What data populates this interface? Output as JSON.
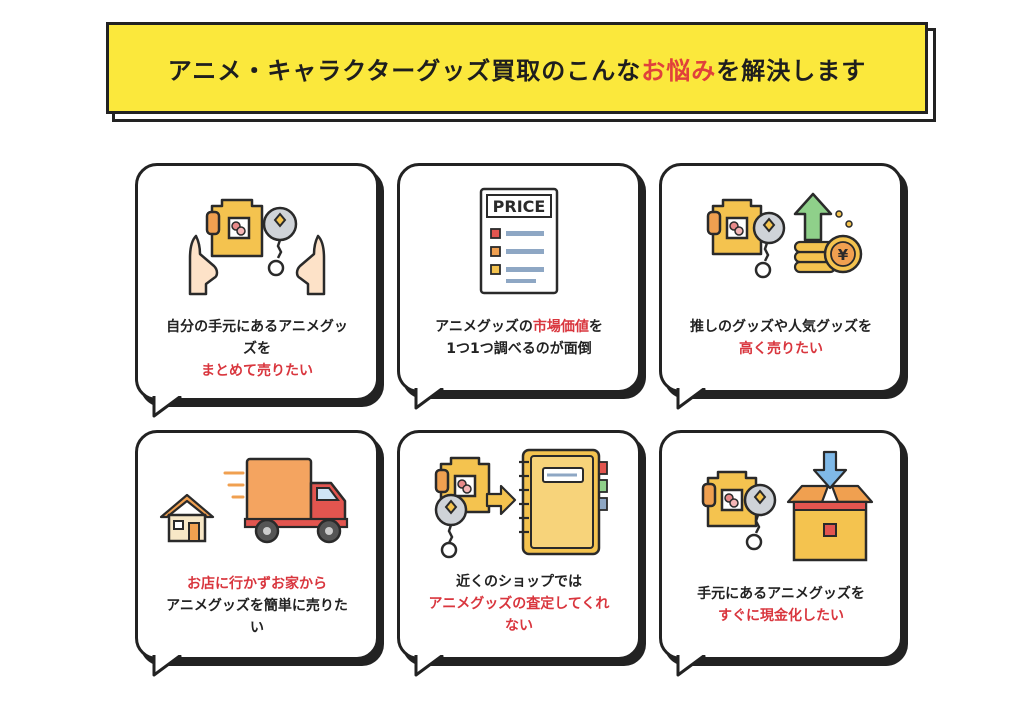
{
  "banner": {
    "title_before": "アニメ・キャラクターグッズ買取のこんな",
    "title_accent": "お悩み",
    "title_after": "を解決します"
  },
  "colors": {
    "banner_yellow": "#fbe83c",
    "accent_red": "#d9363e",
    "card_border": "#222222",
    "item_yellow": "#f4c34f",
    "item_orange": "#f0a050"
  },
  "cards": [
    {
      "icon": "hands-holding-goods-icon",
      "line1": "自分の手元にあるアニメグッ",
      "line2": "ズを",
      "line3_red": "まとめて売りたい"
    },
    {
      "icon": "price-list-icon",
      "price_label": "PRICE",
      "line1_a": "アニメグッズの",
      "line1_red": "市場価値",
      "line1_b": "を",
      "line2": "1つ1つ調べるのが面倒"
    },
    {
      "icon": "goods-coins-up-arrow-icon",
      "yen_symbol": "¥",
      "line1": "推しのグッズや人気グッズを",
      "line2_red": "高く売りたい"
    },
    {
      "icon": "house-delivery-truck-icon",
      "line1_red": "お店に行かずお家から",
      "line2": "アニメグッズを簡単に売りた",
      "line3": "い"
    },
    {
      "icon": "goods-to-notebook-icon",
      "line1": "近くのショップでは",
      "line2_red": "アニメグッズの査定してくれ",
      "line3_red": "ない"
    },
    {
      "icon": "goods-into-box-icon",
      "line1": "手元にあるアニメグッズを",
      "line2_red": "すぐに現金化したい"
    }
  ]
}
